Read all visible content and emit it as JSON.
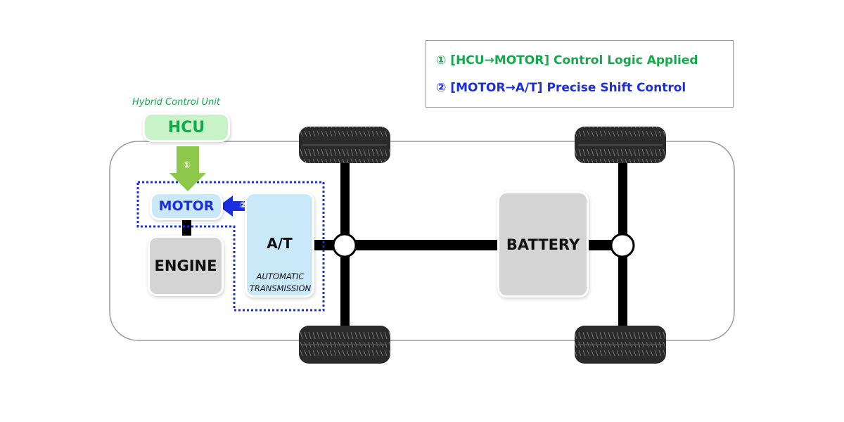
{
  "legend": {
    "item1": "① [HCU→MOTOR] Control Logic Applied",
    "item2": "② [MOTOR→A/T] Precise Shift Control"
  },
  "hcu": {
    "caption": "Hybrid Control Unit",
    "label": "HCU"
  },
  "arrows": {
    "arrow1": "①",
    "arrow2": "②"
  },
  "components": {
    "motor": "MOTOR",
    "engine": "ENGINE",
    "at": "A/T",
    "at_sub1": "AUTOMATIC",
    "at_sub2": "TRANSMISSION",
    "battery": "BATTERY"
  },
  "colors": {
    "green": "#13a84a",
    "blue": "#1a2ee0",
    "arrow_green": "#8cc94a"
  }
}
